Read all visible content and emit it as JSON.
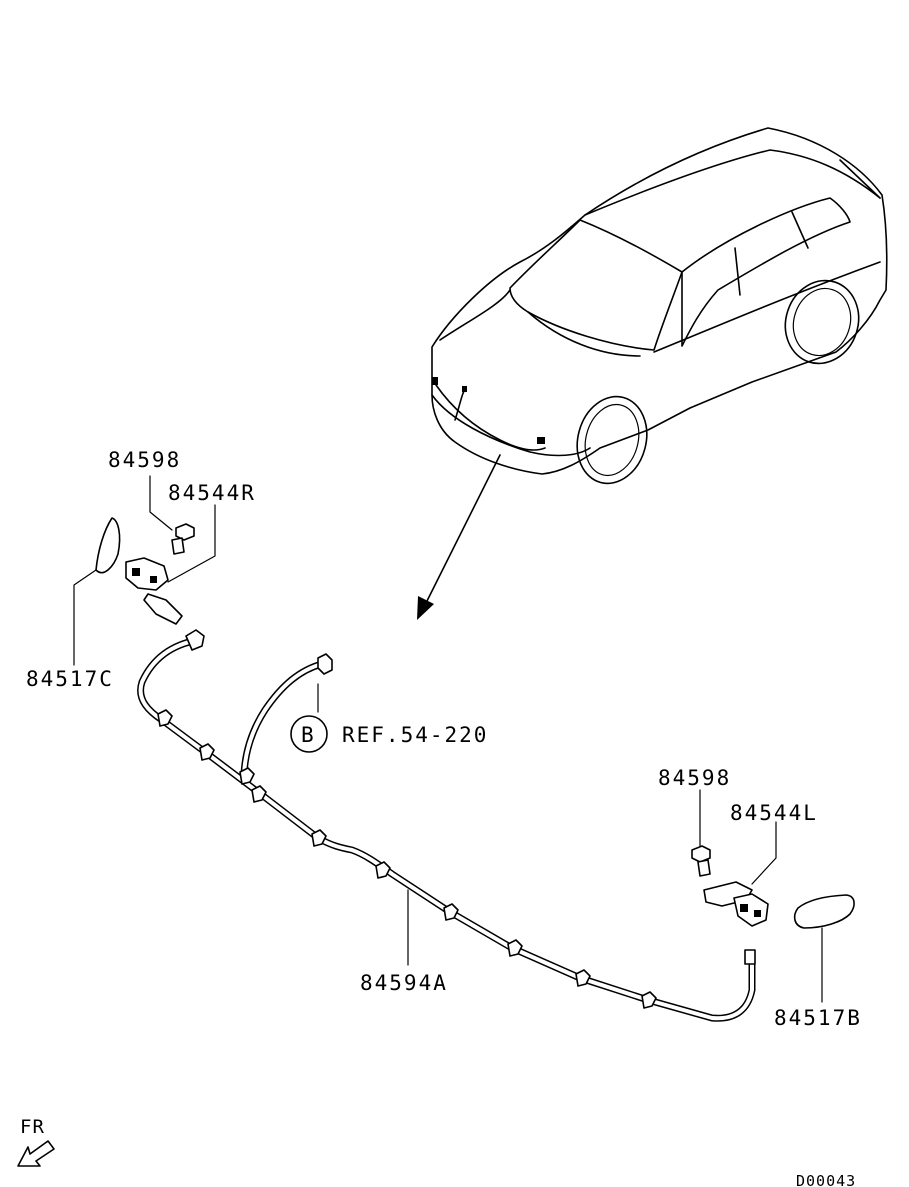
{
  "diagram": {
    "callouts": {
      "fastener_upper": "84598",
      "bracket_right": "84544R",
      "cap_left": "84517C",
      "reference_letter": "B",
      "reference_text": "REF.54-220",
      "fastener_lower": "84598",
      "bracket_left": "84544L",
      "harness": "84594A",
      "cap_right": "84517B"
    },
    "direction_label": "FR",
    "drawing_code": "D00043"
  }
}
